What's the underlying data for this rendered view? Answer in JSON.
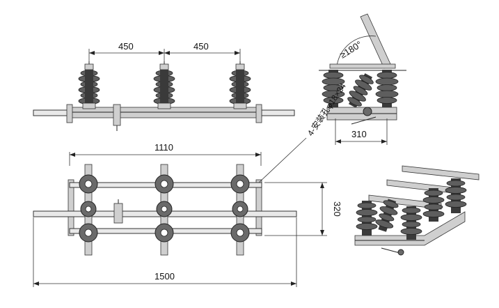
{
  "dimensions": {
    "top_left_spacing": "450",
    "top_right_spacing": "450",
    "plan_frame_width": "1110",
    "plan_total_length": "1500",
    "plan_row_spacing": "320",
    "side_base_width": "310",
    "side_open_angle": "≥180°"
  },
  "annotations": {
    "mounting_holes": "4-安装孔φ18×24"
  },
  "colors": {
    "line": "#222222",
    "insulator": "#5e5e5e",
    "metal": "#cfcfcf"
  }
}
